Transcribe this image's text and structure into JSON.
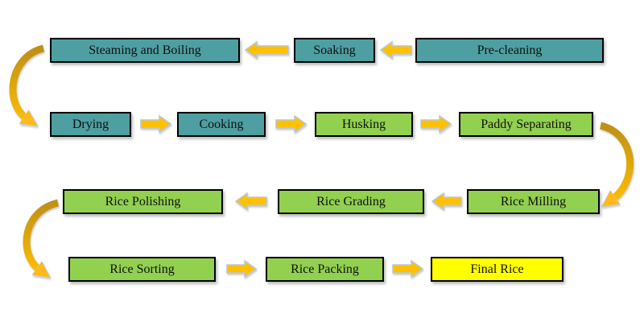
{
  "diagram": {
    "type": "flowchart",
    "subject": "rice processing steps",
    "colors": {
      "background": "#FFFFFF",
      "teal": "#4E9FA1",
      "green": "#92D050",
      "yellow": "#FFFF00",
      "arrow": "#FFC000",
      "arrow_outline": "#B9C8D1",
      "curve_dark": "#BD8D16",
      "curve_light": "#FFC000",
      "node_border": "#000000"
    },
    "nodes": [
      {
        "label": "Pre-cleaning",
        "fill": "teal"
      },
      {
        "label": "Soaking",
        "fill": "teal"
      },
      {
        "label": "Steaming and Boiling",
        "fill": "teal"
      },
      {
        "label": "Drying",
        "fill": "teal"
      },
      {
        "label": "Cooking",
        "fill": "teal"
      },
      {
        "label": "Husking",
        "fill": "green"
      },
      {
        "label": "Paddy Separating",
        "fill": "green"
      },
      {
        "label": "Rice Milling",
        "fill": "green"
      },
      {
        "label": "Rice Grading",
        "fill": "green"
      },
      {
        "label": "Rice Polishing",
        "fill": "green"
      },
      {
        "label": "Rice Sorting",
        "fill": "green"
      },
      {
        "label": "Rice Packing",
        "fill": "green"
      },
      {
        "label": "Final Rice",
        "fill": "yellow"
      }
    ],
    "edges": [
      {
        "from": "Pre-cleaning",
        "to": "Soaking",
        "style": "straight"
      },
      {
        "from": "Soaking",
        "to": "Steaming and Boiling",
        "style": "straight"
      },
      {
        "from": "Steaming and Boiling",
        "to": "Drying",
        "style": "curved"
      },
      {
        "from": "Drying",
        "to": "Cooking",
        "style": "straight"
      },
      {
        "from": "Cooking",
        "to": "Husking",
        "style": "straight"
      },
      {
        "from": "Husking",
        "to": "Paddy Separating",
        "style": "straight"
      },
      {
        "from": "Paddy Separating",
        "to": "Rice Milling",
        "style": "curved"
      },
      {
        "from": "Rice Milling",
        "to": "Rice Grading",
        "style": "straight"
      },
      {
        "from": "Rice Grading",
        "to": "Rice Polishing",
        "style": "straight"
      },
      {
        "from": "Rice Polishing",
        "to": "Rice Sorting",
        "style": "curved"
      },
      {
        "from": "Rice Sorting",
        "to": "Rice Packing",
        "style": "straight"
      },
      {
        "from": "Rice Packing",
        "to": "Final Rice",
        "style": "straight"
      }
    ]
  }
}
